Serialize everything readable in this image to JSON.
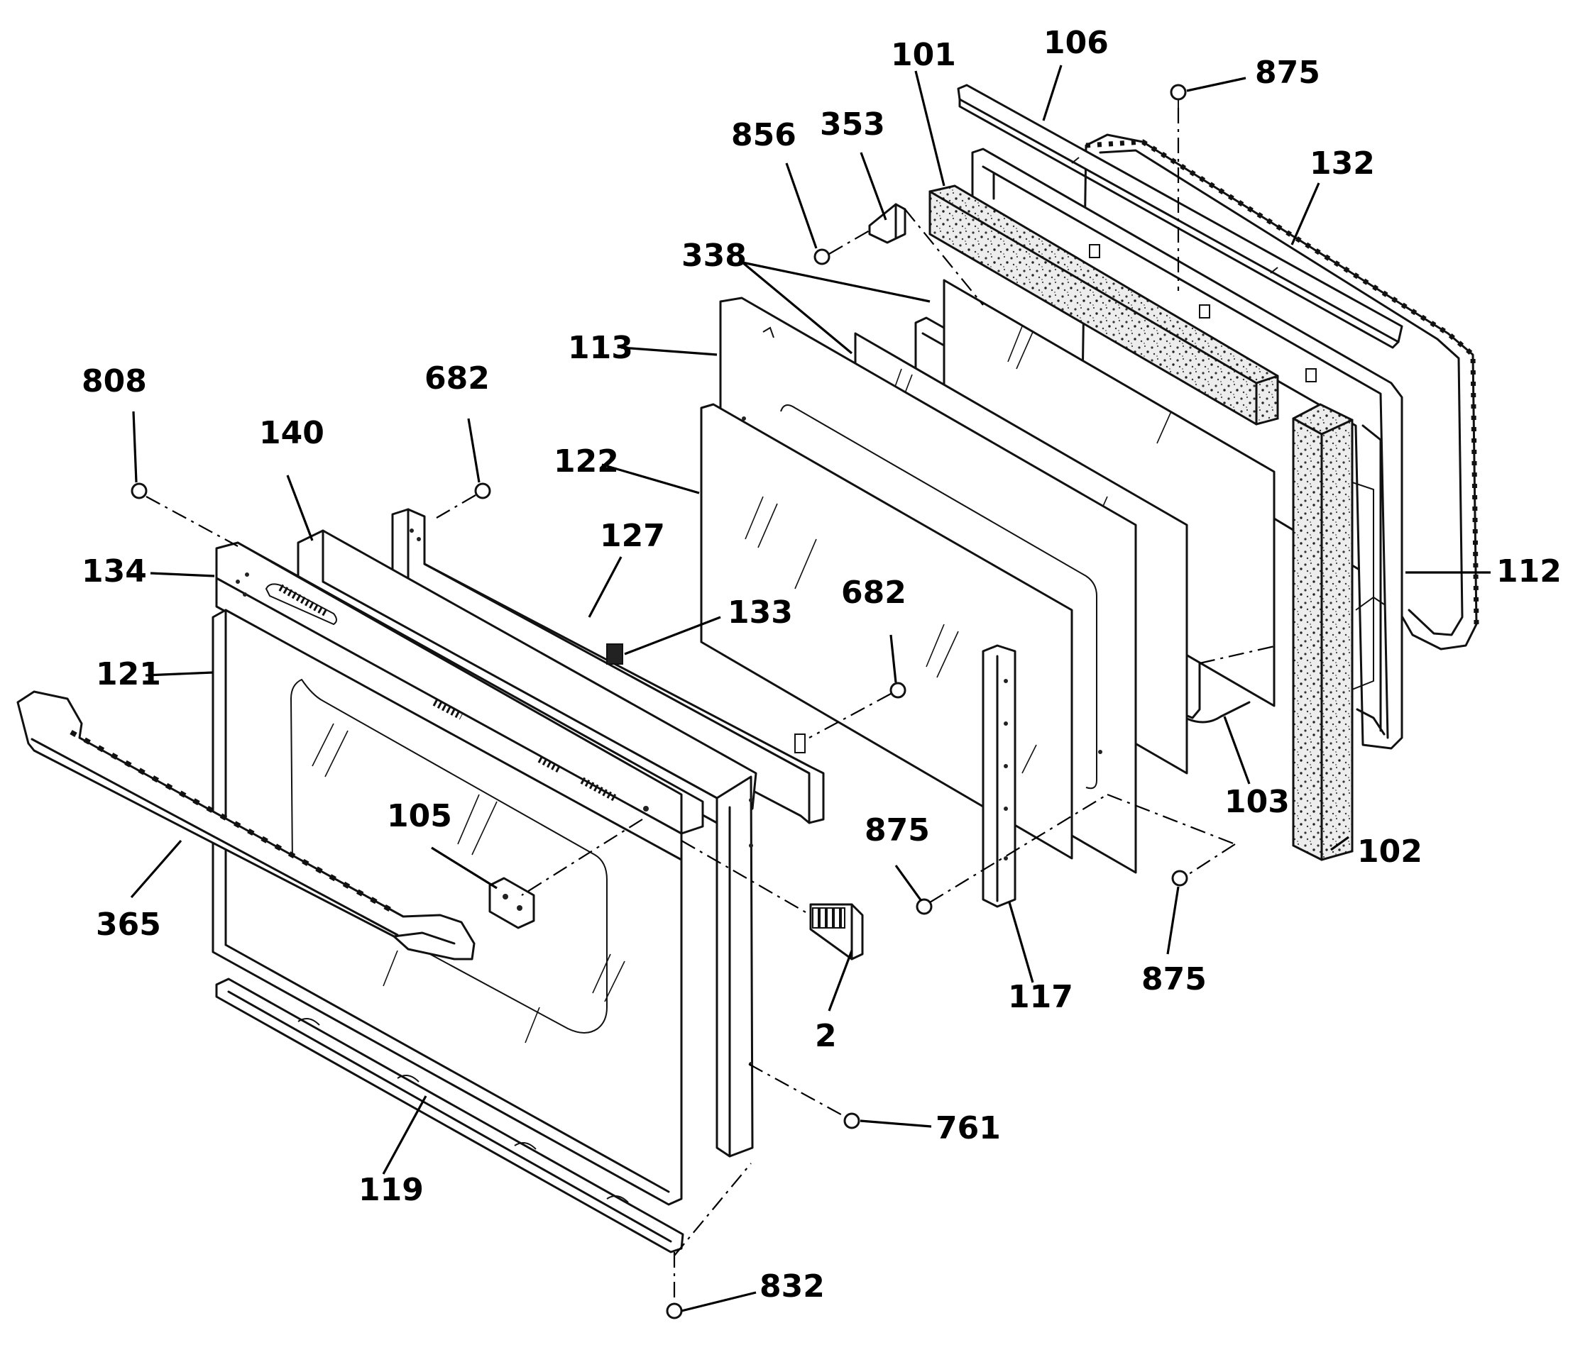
{
  "callouts": {
    "c101": "101",
    "c106": "106",
    "c875_top": "875",
    "c856": "856",
    "c353": "353",
    "c132": "132",
    "c338": "338",
    "c113": "113",
    "c808": "808",
    "c682_left": "682",
    "c140": "140",
    "c122": "122",
    "c127": "127",
    "c134": "134",
    "c133": "133",
    "c682_mid": "682",
    "c112": "112",
    "c121": "121",
    "c105": "105",
    "c103": "103",
    "c875_mid": "875",
    "c102": "102",
    "c365": "365",
    "c875_right": "875",
    "c117": "117",
    "c2": "2",
    "c761": "761",
    "c119": "119",
    "c832": "832"
  }
}
